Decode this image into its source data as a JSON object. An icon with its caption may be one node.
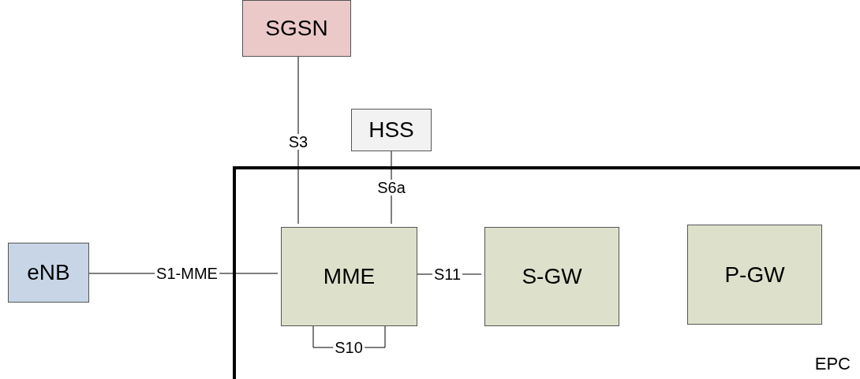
{
  "diagram": {
    "nodes": [
      {
        "text": [
          "EPC"
        ]
      },
      {
        "text": [
          "SGSN"
        ]
      },
      {
        "text": [
          "HSS"
        ]
      },
      {
        "text": [
          "eNB"
        ]
      },
      {
        "text": [
          "MME"
        ],
        "in": 0
      },
      {
        "text": [
          "S-GW"
        ],
        "in": 0
      },
      {
        "text": [
          "P-GW"
        ],
        "in": 0
      }
    ],
    "edges": [
      {
        "from": 1,
        "to": 4,
        "arrow": "none",
        "label": "S3"
      },
      {
        "from": 2,
        "to": 4,
        "arrow": "none",
        "label": "S6a"
      },
      {
        "from": 3,
        "to": 4,
        "arrow": "none",
        "label": "S1-MME"
      },
      {
        "from": 4,
        "to": 5,
        "arrow": "none",
        "label": "S11"
      },
      {
        "from": 4,
        "to": 4,
        "arrow": "none",
        "label": "S10"
      }
    ]
  }
}
